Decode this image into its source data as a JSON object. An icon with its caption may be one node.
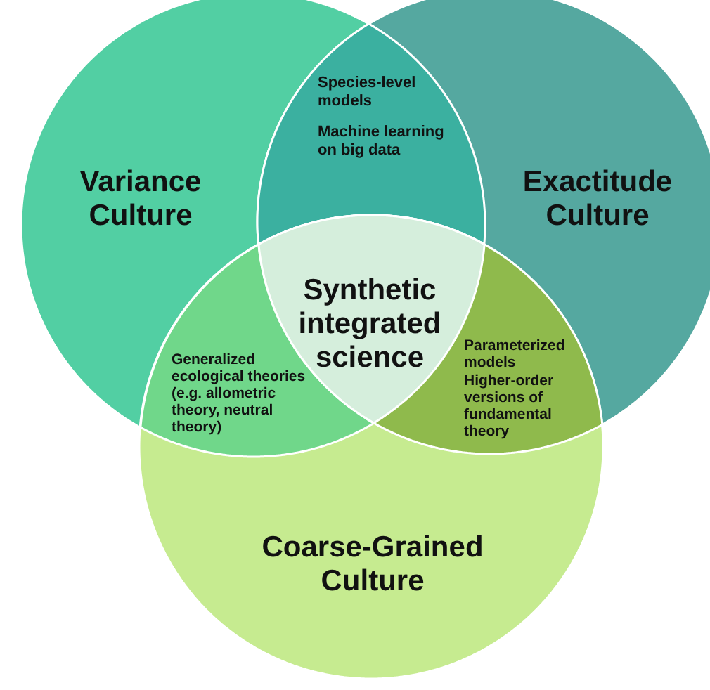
{
  "diagram": {
    "nodes": [
      {
        "text": [
          "Variance Culture"
        ]
      },
      {
        "text": [
          "Exactitude Culture"
        ]
      },
      {
        "text": [
          "Coarse-Grained Culture"
        ]
      },
      {
        "text": [
          "Species-level models",
          "Machine learning on big data"
        ]
      },
      {
        "text": [
          "Synthetic integrated science"
        ]
      },
      {
        "text": [
          "Generalized ecological theories (e.g. allometric theory, neutral theory)"
        ]
      },
      {
        "text": [
          "Parameterized models",
          "Higher-order versions of fundamental theory"
        ]
      }
    ]
  }
}
